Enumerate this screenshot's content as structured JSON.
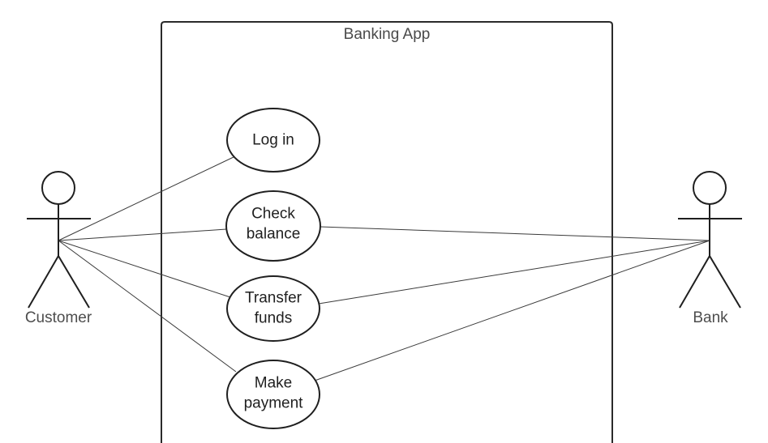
{
  "system": {
    "title": "Banking App"
  },
  "actors": [
    {
      "id": "customer",
      "label": "Customer"
    },
    {
      "id": "bank",
      "label": "Bank"
    }
  ],
  "use_cases": [
    {
      "id": "log-in",
      "lines": [
        "Log in"
      ]
    },
    {
      "id": "check-balance",
      "lines": [
        "Check",
        "balance"
      ]
    },
    {
      "id": "transfer-funds",
      "lines": [
        "Transfer",
        "funds"
      ]
    },
    {
      "id": "make-payment",
      "lines": [
        "Make",
        "payment"
      ]
    }
  ],
  "associations": [
    {
      "actor": "customer",
      "use_case": "log-in"
    },
    {
      "actor": "customer",
      "use_case": "check-balance"
    },
    {
      "actor": "customer",
      "use_case": "transfer-funds"
    },
    {
      "actor": "customer",
      "use_case": "make-payment"
    },
    {
      "actor": "bank",
      "use_case": "check-balance"
    },
    {
      "actor": "bank",
      "use_case": "transfer-funds"
    },
    {
      "actor": "bank",
      "use_case": "make-payment"
    }
  ]
}
